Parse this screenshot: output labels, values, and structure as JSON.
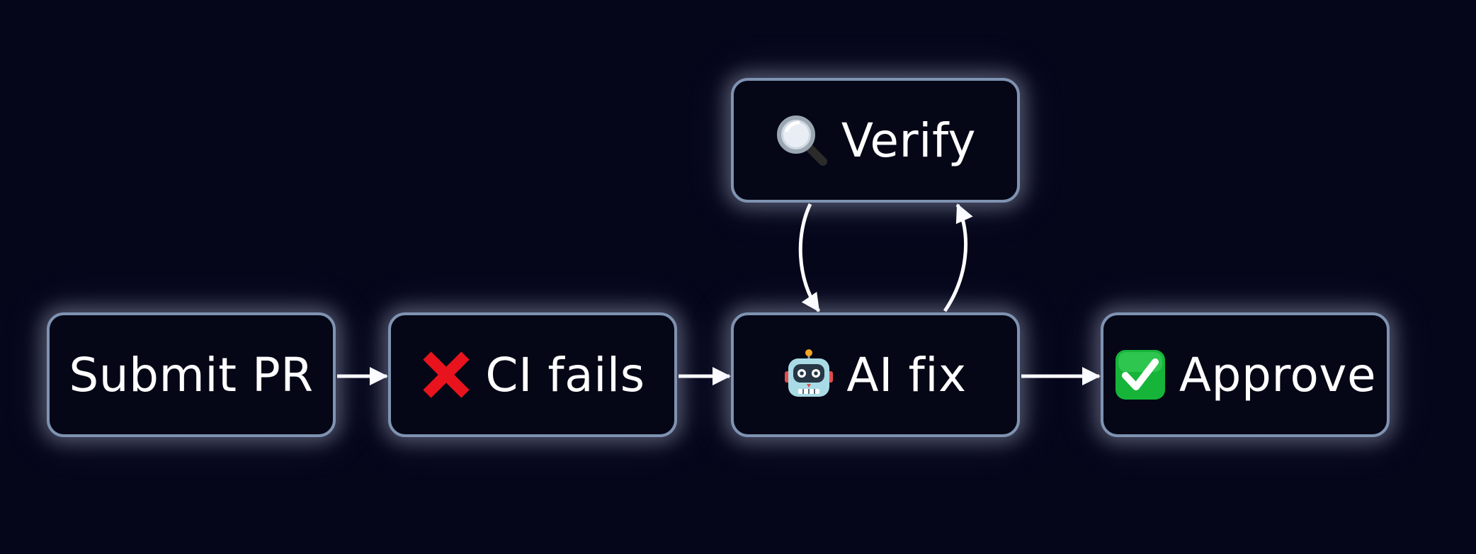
{
  "diagram": {
    "nodes": [
      {
        "id": "submit",
        "label": "Submit PR",
        "icon": ""
      },
      {
        "id": "ci",
        "label": "CI fails",
        "icon": "cross-mark-icon"
      },
      {
        "id": "ai",
        "label": "AI fix",
        "icon": "robot-icon"
      },
      {
        "id": "verify",
        "label": "Verify",
        "icon": "magnifier-icon"
      },
      {
        "id": "approve",
        "label": "Approve",
        "icon": "check-mark-icon"
      }
    ],
    "edges": [
      {
        "from": "submit",
        "to": "ci"
      },
      {
        "from": "ci",
        "to": "ai"
      },
      {
        "from": "ai",
        "to": "approve"
      },
      {
        "from": "verify",
        "to": "ai"
      },
      {
        "from": "ai",
        "to": "verify"
      }
    ],
    "colors": {
      "background": "#05061a",
      "node_fill": "#050716",
      "node_border": "#7f93b2",
      "text": "#ffffff",
      "arrow": "#ffffff",
      "cross": "#e8131c",
      "check": "#16b53a"
    }
  }
}
